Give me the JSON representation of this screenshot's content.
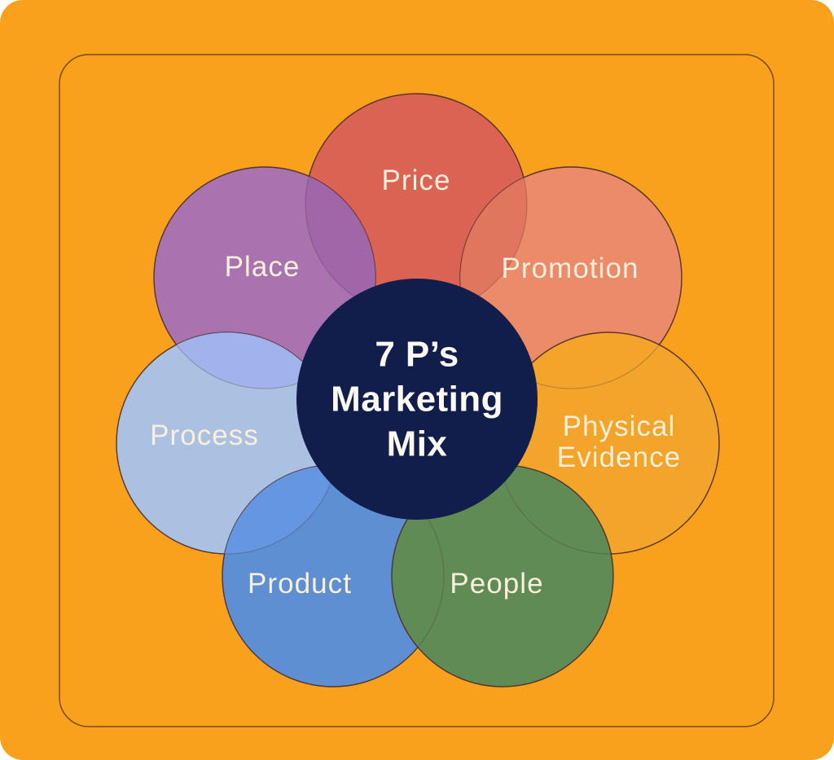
{
  "diagram": {
    "title": "7 P’s Marketing Mix",
    "center": {
      "title_lines": [
        "7 P’s",
        "Marketing",
        "Mix"
      ],
      "color": "#111D4B"
    },
    "petals": [
      {
        "id": "price",
        "label": "Price",
        "color": "#DB6354"
      },
      {
        "id": "promotion",
        "label": "Promotion",
        "color": "#EB8B6A"
      },
      {
        "id": "physical-evidence",
        "label": "Physical\nEvidence",
        "color": "#F3A42A"
      },
      {
        "id": "people",
        "label": "People",
        "color": "#608B55"
      },
      {
        "id": "product",
        "label": "Product",
        "color": "#5E8FD3"
      },
      {
        "id": "process",
        "label": "Process",
        "color": "#AAC1E2"
      },
      {
        "id": "place",
        "label": "Place",
        "color": "#A873AF"
      }
    ],
    "overlaps": {
      "place_price": "#A066A8",
      "process_place": "#A0B4EB",
      "product_process": "#6496E1",
      "promotion_price": "#E0765E"
    },
    "colors": {
      "background": "#F9A11D",
      "frame_border": "#7D4B19",
      "petal_label_text": "#F9EFDA",
      "center_text": "#FBF9F2"
    }
  }
}
